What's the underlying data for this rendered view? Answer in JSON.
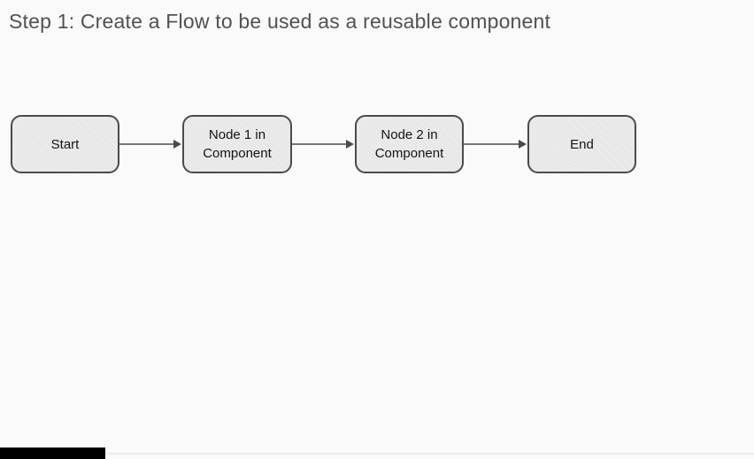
{
  "slide": {
    "title": "Step 1: Create a Flow to be used as a reusable component"
  },
  "diagram": {
    "type": "flowchart",
    "nodes": [
      {
        "id": "start",
        "label": "Start"
      },
      {
        "id": "node1",
        "label": "Node 1 in Component"
      },
      {
        "id": "node2",
        "label": "Node 2 in Component"
      },
      {
        "id": "end",
        "label": "End"
      }
    ],
    "connections": [
      {
        "from": "start",
        "to": "node1",
        "direction": "right"
      },
      {
        "from": "node1",
        "to": "node2",
        "direction": "right"
      },
      {
        "from": "node2",
        "to": "end",
        "direction": "right"
      }
    ]
  },
  "player": {
    "progress_percent": 14
  },
  "colors": {
    "background": "#fafafa",
    "title_text": "#515154",
    "node_fill": "#e9e9e9",
    "node_border": "#4a4a4a",
    "node_text": "#141414",
    "arrow": "#4a4a4a",
    "progress_fill": "#000000",
    "progress_track": "#ececec"
  }
}
